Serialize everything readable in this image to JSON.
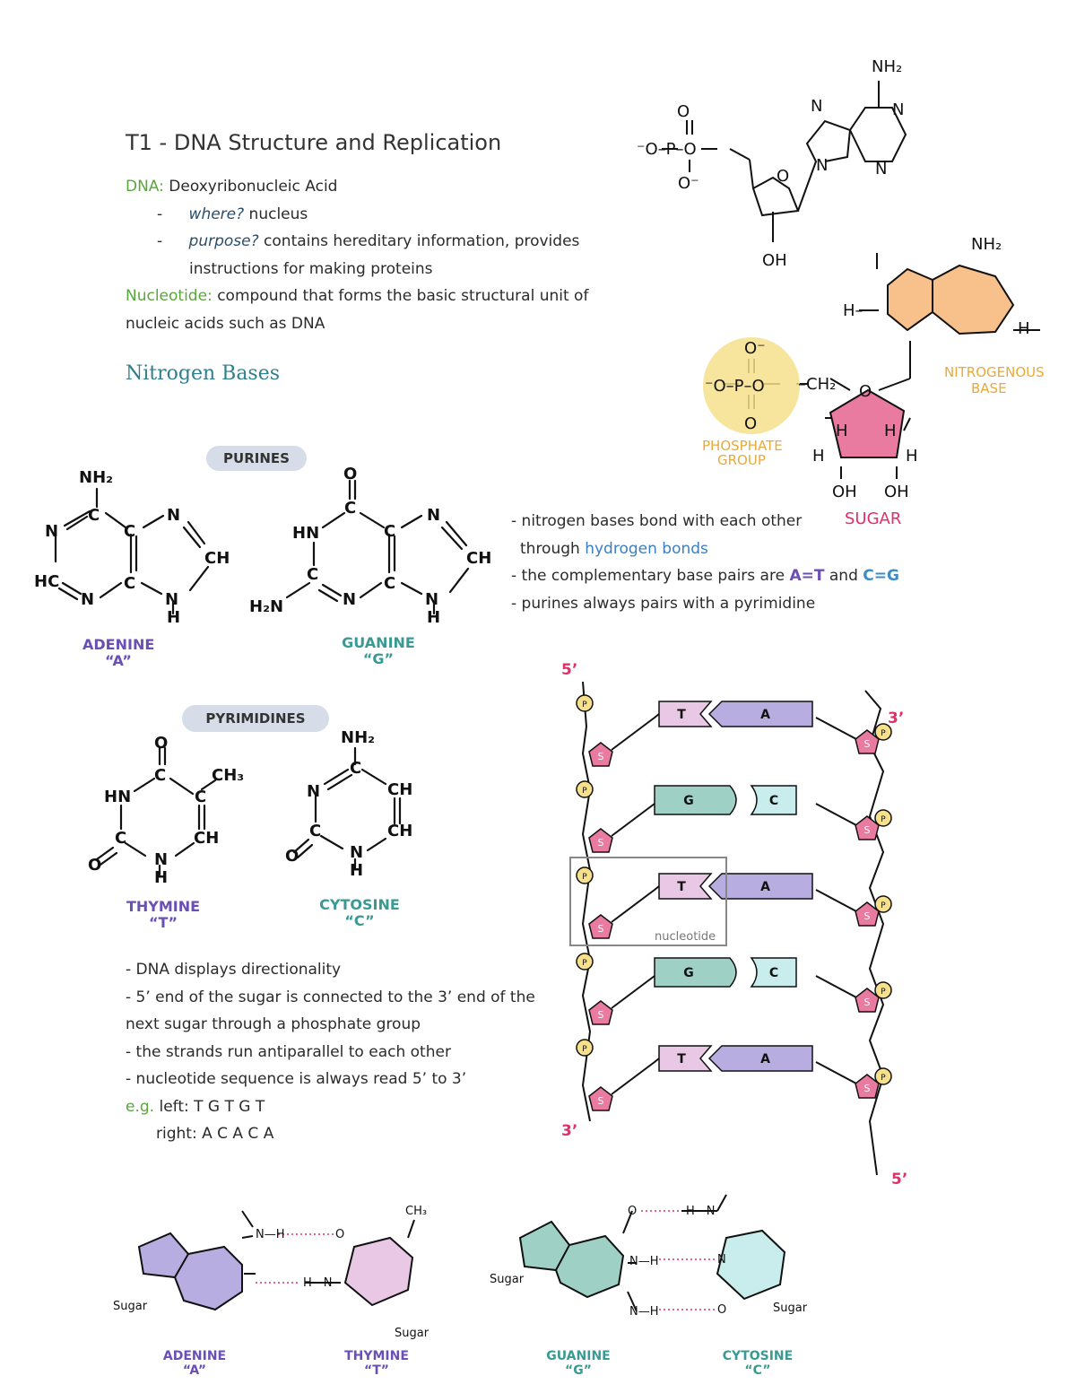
{
  "header": {
    "title": "T1 - DNA Structure and Replication"
  },
  "definitions": {
    "dna_term": "DNA:",
    "dna_def": " Deoxyribonucleic Acid",
    "bullet1_dash": "-",
    "bullet1_q": "where?",
    "bullet1_a": " nucleus",
    "bullet2_dash": "-",
    "bullet2_q": "purpose?",
    "bullet2_a": " contains hereditary information, provides",
    "bullet2_a2": "instructions for making proteins",
    "nucleotide_term": "Nucleotide:",
    "nucleotide_def": " compound that forms the basic structural unit of",
    "nucleotide_def2": "nucleic acids such as DNA"
  },
  "section": {
    "nitrogen_bases": "Nitrogen Bases"
  },
  "bases": {
    "purines_label": "PURINES",
    "pyrimidines_label": "PYRIMIDINES",
    "adenine": "ADENINE",
    "adenine_code": "“A”",
    "guanine": "GUANINE",
    "guanine_code": "“G”",
    "thymine": "THYMINE",
    "thymine_code": "“T”",
    "cytosine": "CYTOSINE",
    "cytosine_code": "“C”"
  },
  "notes_right": {
    "line1": "- nitrogen bases bond with each other",
    "line2_pre": "through ",
    "line2_link": "hydrogen bonds",
    "line3_pre": "- the complementary base pairs are ",
    "line3_at": "A=T",
    "line3_and": " and ",
    "line3_cg": "C=G",
    "line4": "- purines always pairs with a pyrimidine"
  },
  "notes_direction": {
    "line1": "-  DNA displays directionality",
    "line2": "- 5’ end of the sugar is connected to the 3’ end of the",
    "line3": "next sugar through a phosphate group",
    "line4": "- the strands run antiparallel to each other",
    "line5": "- nucleotide sequence is always read 5’ to 3’",
    "eg": "e.g.",
    "left": " left: T G T G T",
    "right": "right: A C A C A"
  },
  "nucleotide_diagram": {
    "phosphate_label": "PHOSPHATE GROUP",
    "phosphate_l1": "PHOSPHATE",
    "phosphate_l2": "GROUP",
    "base_l1": "NITROGENOUS",
    "base_l2": "BASE",
    "sugar_label": "SUGAR",
    "nh2": "NH₂",
    "oh": "OH"
  },
  "ladder": {
    "five_prime_top": "5’",
    "three_prime_top": "3’",
    "three_prime_bottom": "3’",
    "five_prime_bottom": "5’",
    "phosphate": "P",
    "sugar": "S",
    "nucleotide_box": "nucleotide",
    "pairs": [
      {
        "left": "T",
        "right": "A"
      },
      {
        "left": "G",
        "right": "C"
      },
      {
        "left": "T",
        "right": "A"
      },
      {
        "left": "G",
        "right": "C"
      },
      {
        "left": "T",
        "right": "A"
      }
    ]
  },
  "pairing": {
    "sugar": "Sugar",
    "adenine": "ADENINE",
    "adenine_code": "“A”",
    "thymine": "THYMINE",
    "thymine_code": "“T”",
    "guanine": "GUANINE",
    "guanine_code": "“G”",
    "cytosine": "CYTOSINE",
    "cytosine_code": "“C”"
  },
  "colors": {
    "purple": "#6a4fb5",
    "teal": "#3a9a93",
    "pink": "#e0306a",
    "sugar_pink": "#e97aa0",
    "phosphate_yellow": "#f6e08c",
    "base_orange": "#f8c08a",
    "thymine_pink": "#e9c8e6",
    "adenine_purple": "#b7ade0",
    "guanine_teal": "#9ed0c6",
    "cytosine_cyan": "#c9ecec"
  }
}
